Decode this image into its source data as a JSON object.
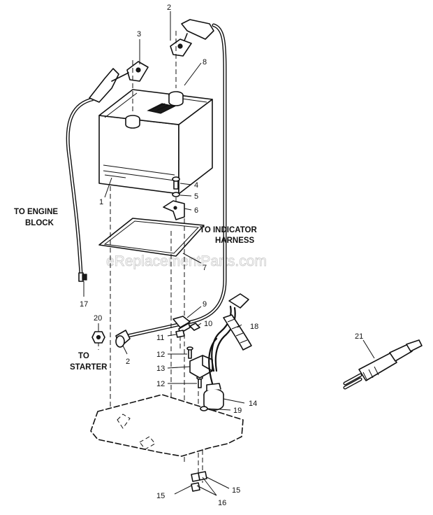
{
  "watermark": "eReplacementParts.com",
  "labels": {
    "engine_block": [
      "TO ENGINE",
      "BLOCK"
    ],
    "indicator_harness": [
      "TO INDICATOR",
      "HARNESS"
    ],
    "starter": [
      "TO",
      "STARTER"
    ]
  },
  "callouts": {
    "p1": "1",
    "p2a": "2",
    "p2b": "2",
    "p3": "3",
    "p4": "4",
    "p5": "5",
    "p6": "6",
    "p7": "7",
    "p8": "8",
    "p9": "9",
    "p10": "10",
    "p11": "11",
    "p12a": "12",
    "p12b": "12",
    "p13": "13",
    "p14": "14",
    "p15a": "15",
    "p15b": "15",
    "p16": "16",
    "p17": "17",
    "p18": "18",
    "p19": "19",
    "p20": "20",
    "p21": "21"
  }
}
